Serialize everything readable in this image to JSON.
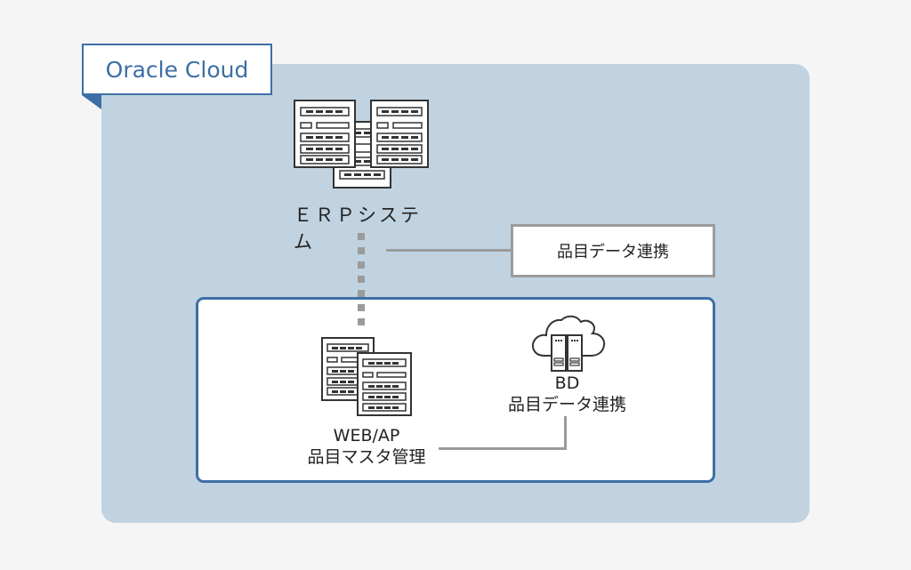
{
  "region": {
    "title": "Oracle Cloud",
    "color": "#3d6fa5",
    "fill": "#c1d3e1"
  },
  "erp": {
    "icon": "document-server-stack-icon",
    "label": "ＥＲＰシステム"
  },
  "link_label": "品目データ連携",
  "web_ap": {
    "icon": "document-server-pair-icon",
    "line1": "WEB/AP",
    "line2": "品目マスタ管理"
  },
  "bd": {
    "icon": "cloud-server-icon",
    "line1": "BD",
    "line2": "品目データ連携"
  },
  "connectors": {
    "color": "#9b9b9b"
  }
}
